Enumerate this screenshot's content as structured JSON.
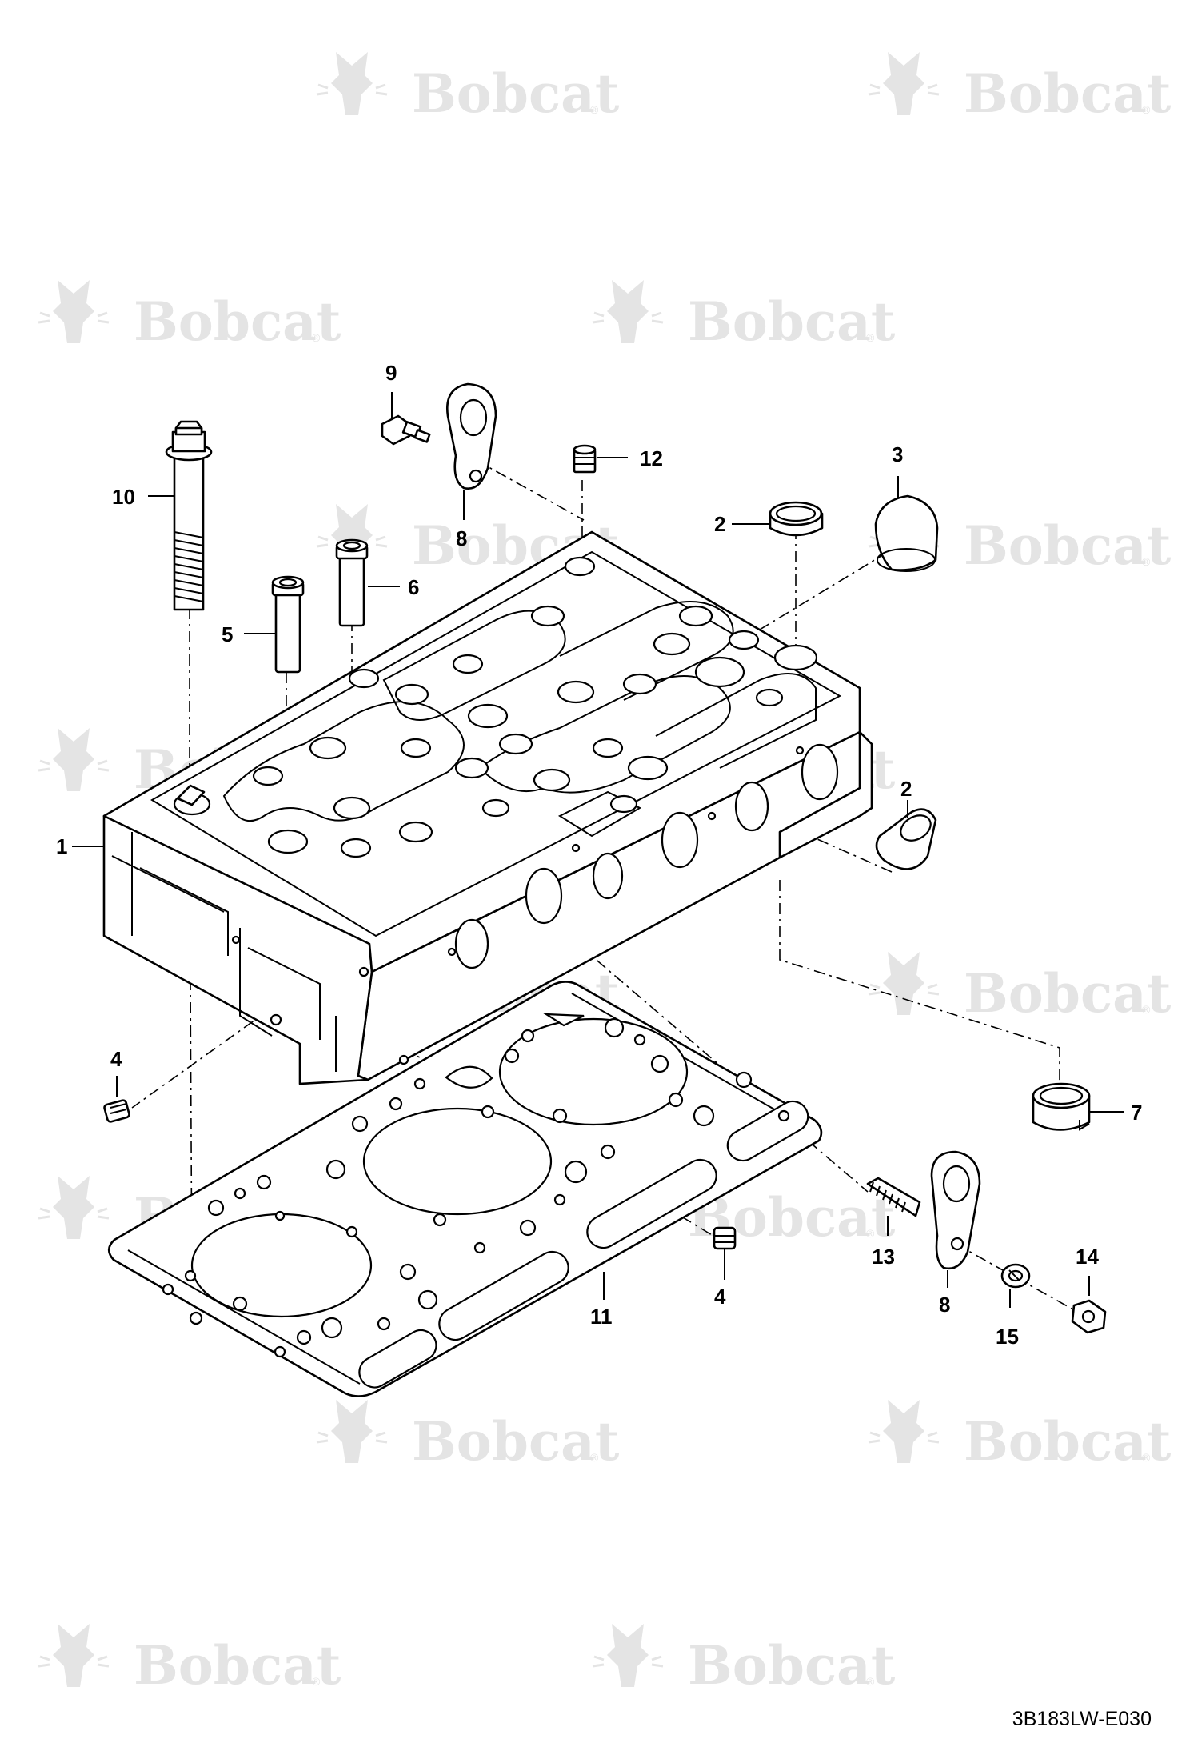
{
  "diagram": {
    "drawing_code": "3B183LW-E030",
    "watermark": {
      "brand": "Bobcat",
      "mark": "®"
    },
    "callouts": {
      "c1": "1",
      "c2a": "2",
      "c2b": "2",
      "c3": "3",
      "c4a": "4",
      "c4b": "4",
      "c5": "5",
      "c6": "6",
      "c7": "7",
      "c8a": "8",
      "c8b": "8",
      "c9": "9",
      "c10": "10",
      "c11": "11",
      "c12": "12",
      "c13": "13",
      "c14": "14",
      "c15": "15"
    }
  }
}
